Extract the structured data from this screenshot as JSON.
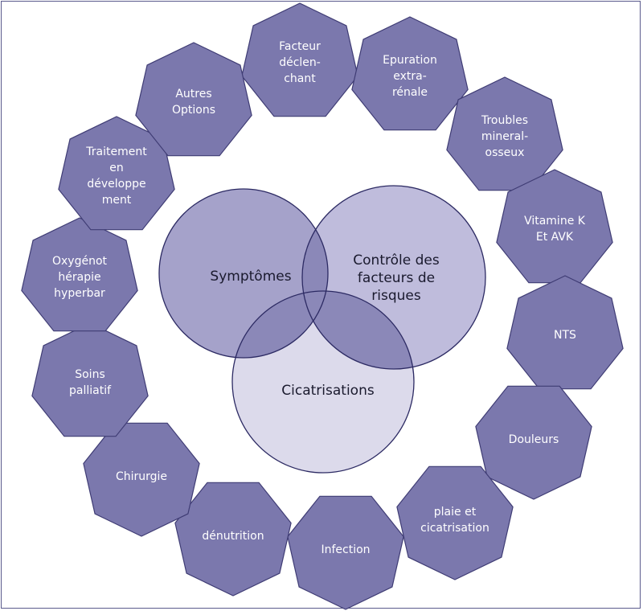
{
  "colors": {
    "heptagon_fill": "#7b78ad",
    "heptagon_stroke": "#3f3c74",
    "heptagon_text": "#ffffff",
    "circle_symptomes": "#a5a2ca",
    "circle_controle": "#bfbcdc",
    "circle_cicatrisations": "#dcdaeb",
    "circle_stroke": "#2c2a63",
    "overlap_pair": "#8b88b8",
    "overlap_center": "#73709f",
    "frame": "#5a5a8c"
  },
  "venn": {
    "symptomes": [
      "Symptômes"
    ],
    "controle": [
      "Contrôle des",
      "facteurs de",
      "risques"
    ],
    "cicatrisations": [
      "Cicatrisations"
    ]
  },
  "heptagons": [
    {
      "id": "facteur-declenchant",
      "lines": [
        "Facteur",
        "déclen-",
        "chant"
      ]
    },
    {
      "id": "epuration-extra-renale",
      "lines": [
        "Epuration",
        "extra-",
        "rénale"
      ]
    },
    {
      "id": "troubles-mineral-osseux",
      "lines": [
        "Troubles",
        "mineral-",
        "osseux"
      ]
    },
    {
      "id": "vitamine-k-avk",
      "lines": [
        "Vitamine K",
        "Et AVK"
      ]
    },
    {
      "id": "nts",
      "lines": [
        "NTS"
      ]
    },
    {
      "id": "douleurs",
      "lines": [
        "Douleurs"
      ]
    },
    {
      "id": "plaie-cicatrisation",
      "lines": [
        "plaie et",
        "cicatrisation"
      ]
    },
    {
      "id": "infection",
      "lines": [
        "Infection"
      ]
    },
    {
      "id": "denutrition",
      "lines": [
        "dénutrition"
      ]
    },
    {
      "id": "chirurgie",
      "lines": [
        "Chirurgie"
      ]
    },
    {
      "id": "soins-palliatif",
      "lines": [
        "Soins",
        "palliatif"
      ]
    },
    {
      "id": "oxygenotherapie",
      "lines": [
        "Oxygénot",
        "hérapie",
        "hyperbar"
      ]
    },
    {
      "id": "traitement-developpement",
      "lines": [
        "Traitement",
        "en",
        "développe",
        "ment"
      ]
    },
    {
      "id": "autres-options",
      "lines": [
        "Autres",
        "Options"
      ]
    }
  ]
}
